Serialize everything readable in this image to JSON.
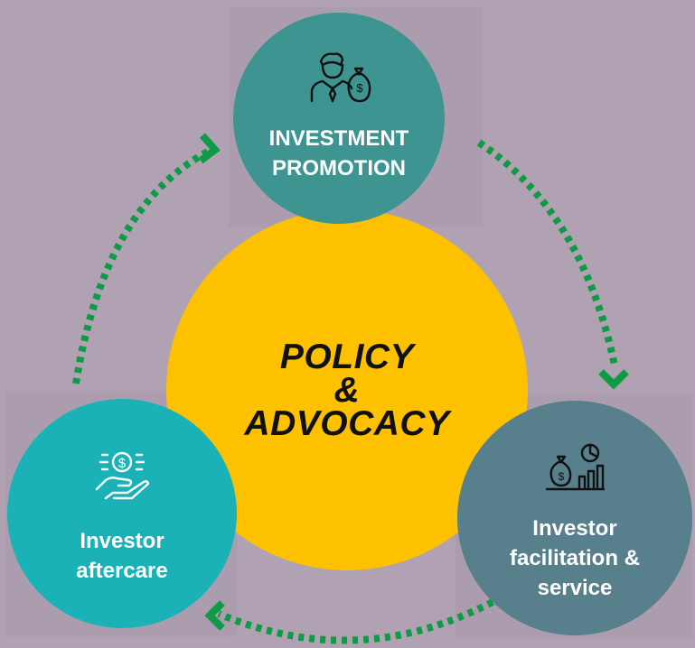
{
  "center": {
    "lines": [
      "POLICY",
      "&",
      "ADVOCACY"
    ]
  },
  "top": {
    "icon": "investor-money-bag-icon",
    "lines": [
      "INVESTMENT",
      "PROMOTION"
    ]
  },
  "left": {
    "icon": "hand-coin-icon",
    "lines": [
      "Investor",
      "aftercare"
    ]
  },
  "right": {
    "icon": "money-growth-chart-icon",
    "lines": [
      "Investor",
      "facilitation &",
      "service"
    ]
  },
  "colors": {
    "background": "#b1a2b3",
    "center": "#fdc100",
    "top": "#3d9490",
    "left": "#1ab2b7",
    "right": "#577f8c",
    "arrow": "#0f9a45"
  }
}
